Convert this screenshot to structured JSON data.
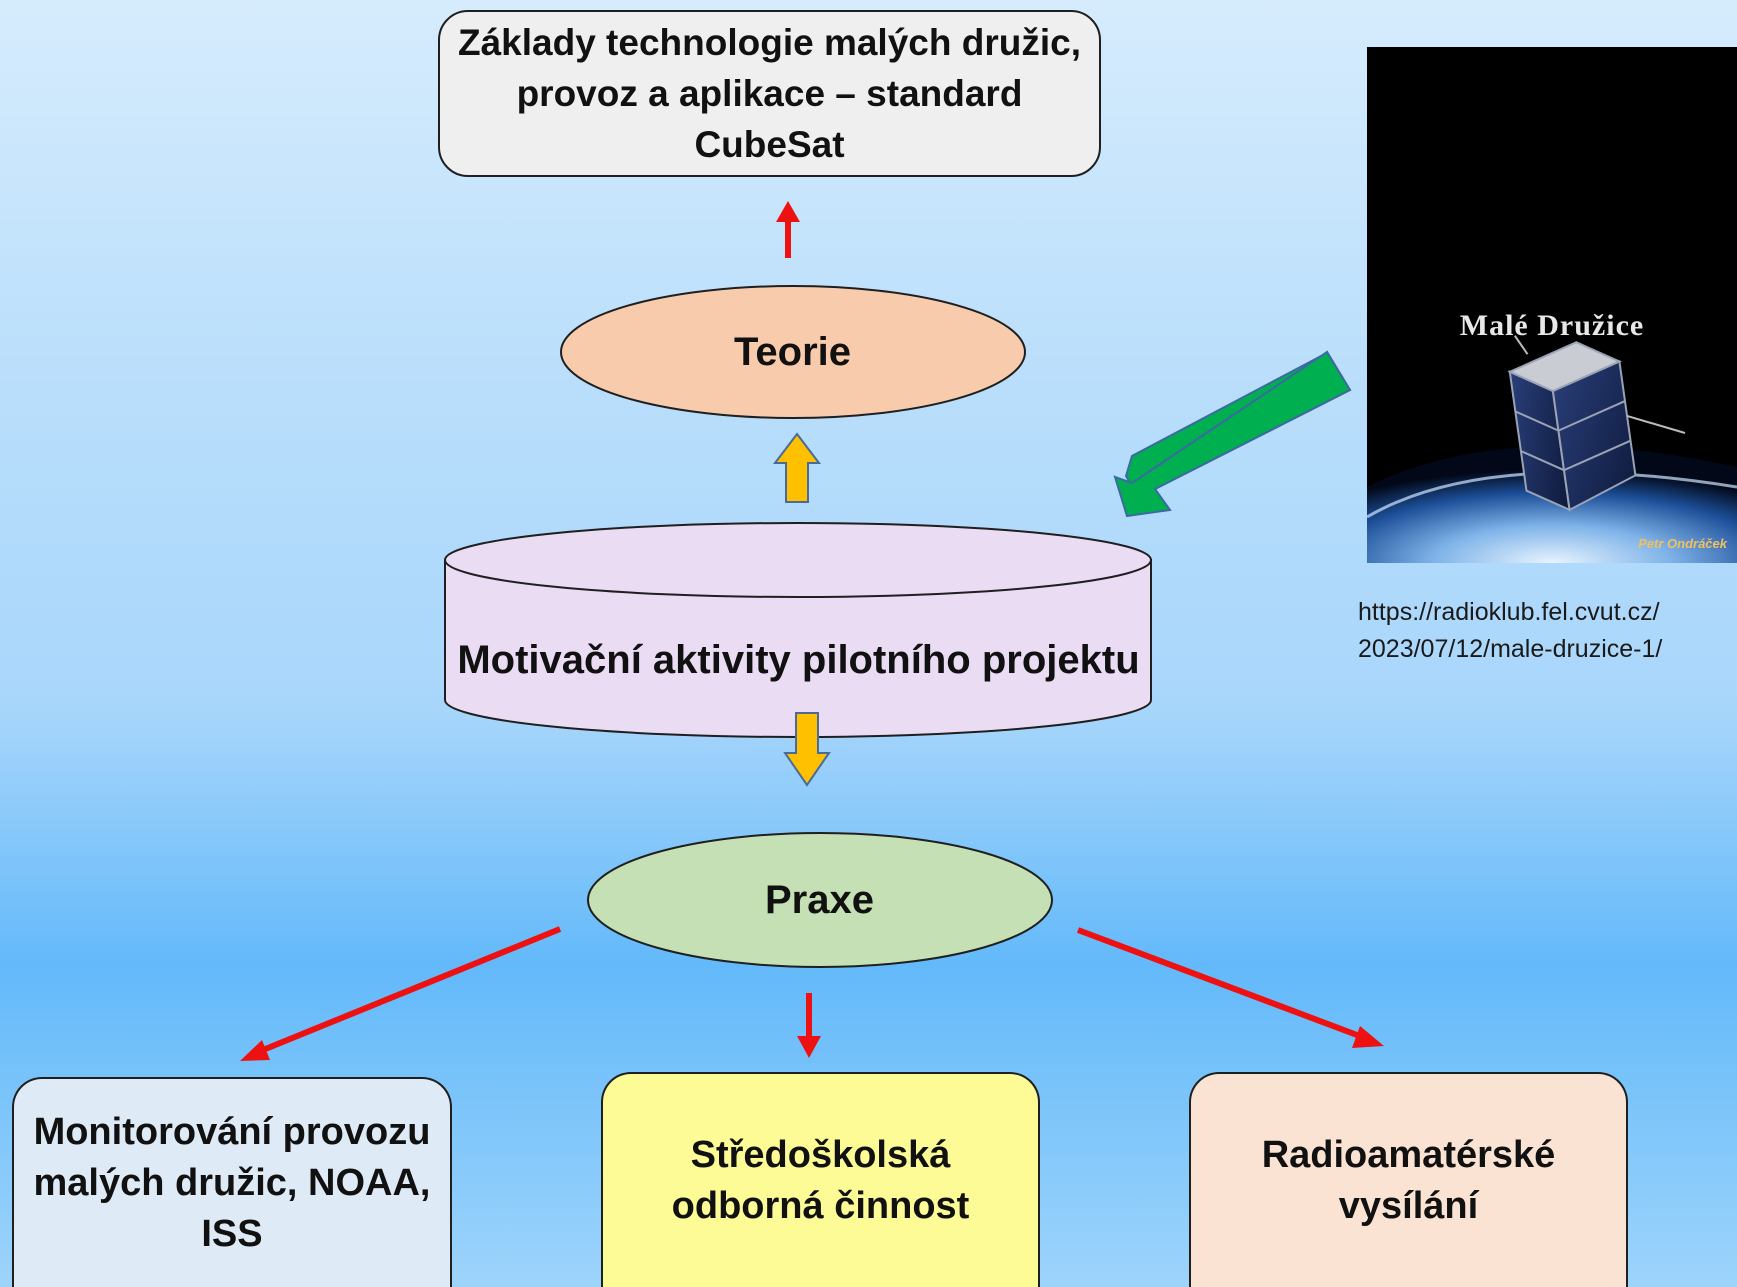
{
  "nodes": {
    "top_box": "Základy technologie malých družic, provoz a aplikace – standard CubeSat",
    "theory": "Teorie",
    "motivation": "Motivační aktivity pilotního projektu",
    "practice": "Praxe",
    "left_box": "Monitorování provozu malých družic, NOAA, ISS",
    "middle_box": "Středoškolská odborná činnost",
    "right_box": "Radioamatérské vysílání"
  },
  "book": {
    "title": "Malé Družice",
    "author": "Petr Ondráček"
  },
  "source": {
    "line1": "https://radioklub.fel.cvut.cz/",
    "line2": "2023/07/12/male-druzice-1/"
  },
  "colors": {
    "top_box_fill": "#efefef",
    "theory_fill": "#f8cbac",
    "motivation_fill": "#e9dcf3",
    "practice_fill": "#c5e0b4",
    "left_box_fill": "#deeaf5",
    "middle_box_fill": "#fdfb96",
    "right_box_fill": "#fbe3d3",
    "red_arrow": "#ee1111",
    "yellow_arrow": "#ffc000",
    "green_arrow": "#00b050"
  }
}
